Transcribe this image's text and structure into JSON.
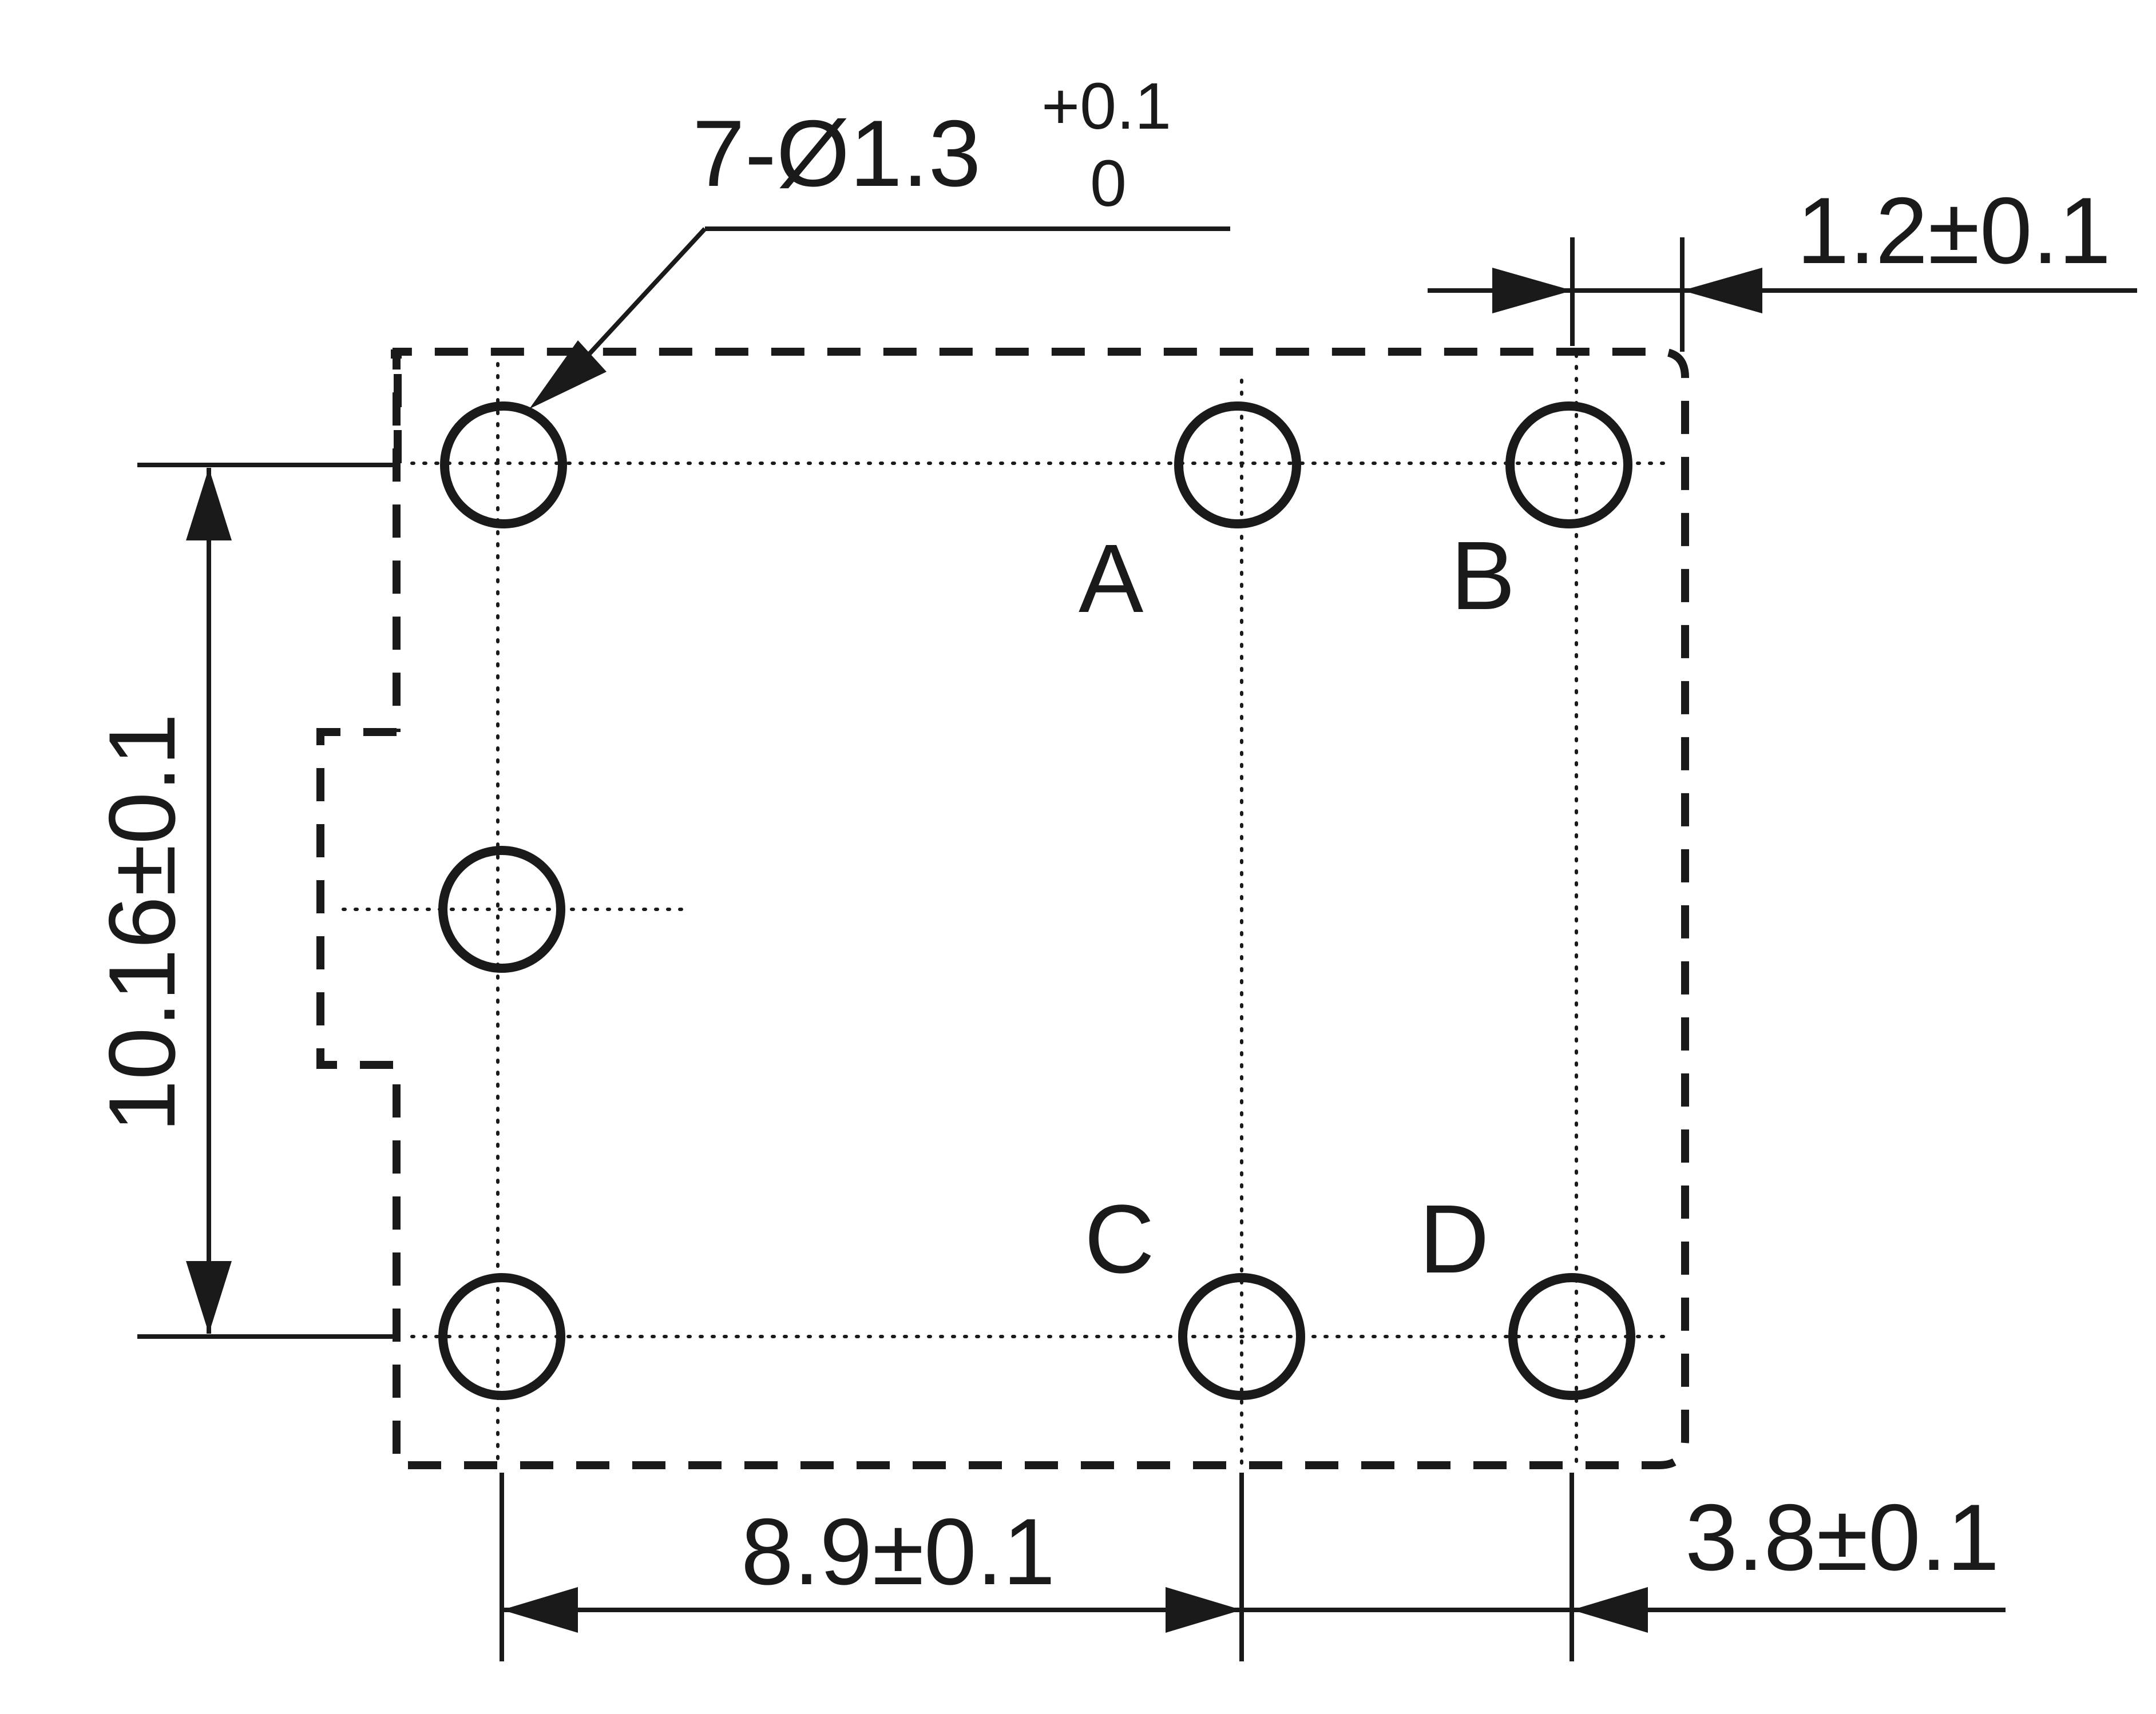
{
  "hole_callout": {
    "text": "7-Ø1.3",
    "tol_upper": "+0.1",
    "tol_lower": "0"
  },
  "dimensions": {
    "vertical": "10.16±0.1",
    "horizontal_left": "8.9±0.1",
    "horizontal_right": "3.8±0.1",
    "top_offset": "1.2±0.1"
  },
  "pin_labels": {
    "a": "A",
    "b": "B",
    "c": "C",
    "d": "D"
  }
}
